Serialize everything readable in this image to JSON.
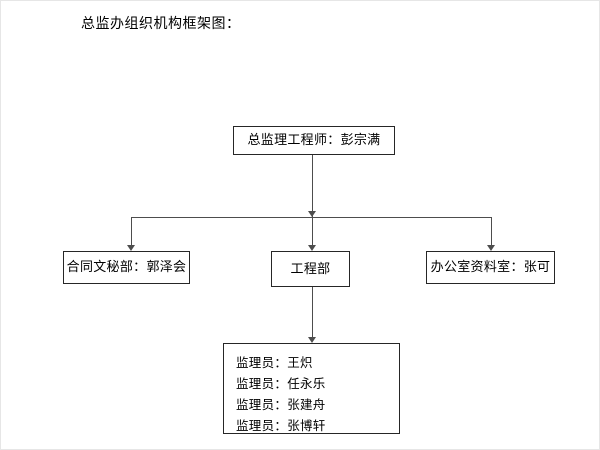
{
  "document": {
    "title": "总监办组织机构框架图："
  },
  "chart_data": {
    "type": "diagram",
    "diagram_kind": "organizational-chart",
    "orientation": "top-down",
    "title": "总监办组织机构框架图：",
    "nodes": [
      {
        "id": "director",
        "label": "总监理工程师：彭宗满",
        "level": 0
      },
      {
        "id": "contract",
        "label": "合同文秘部：郭泽会",
        "level": 1
      },
      {
        "id": "engineering",
        "label": "工程部",
        "level": 1
      },
      {
        "id": "office",
        "label": "办公室资料室：张可",
        "level": 1
      },
      {
        "id": "supervisors",
        "level": 2,
        "lines": [
          "监理员：王炽",
          "监理员：任永乐",
          "监理员：张建舟",
          "监理员：张博轩"
        ]
      }
    ],
    "edges": [
      {
        "from": "director",
        "to": "contract",
        "style": "elbow-arrow"
      },
      {
        "from": "director",
        "to": "engineering",
        "style": "straight-arrow"
      },
      {
        "from": "director",
        "to": "office",
        "style": "elbow-arrow"
      },
      {
        "from": "engineering",
        "to": "supervisors",
        "style": "straight-arrow"
      }
    ],
    "colors": {
      "background": "#ffffff",
      "box_border": "#262626",
      "connector": "#4d4d4d",
      "text": "#000000"
    }
  },
  "nodes": {
    "director": {
      "label": "总监理工程师：彭宗满"
    },
    "contract": {
      "label": "合同文秘部：郭泽会"
    },
    "engineering": {
      "label": "工程部"
    },
    "office": {
      "label": "办公室资料室：张可"
    },
    "supervisors": {
      "line1": "监理员：王炽",
      "line2": "监理员：任永乐",
      "line3": "监理员：张建舟",
      "line4": "监理员：张博轩"
    }
  }
}
